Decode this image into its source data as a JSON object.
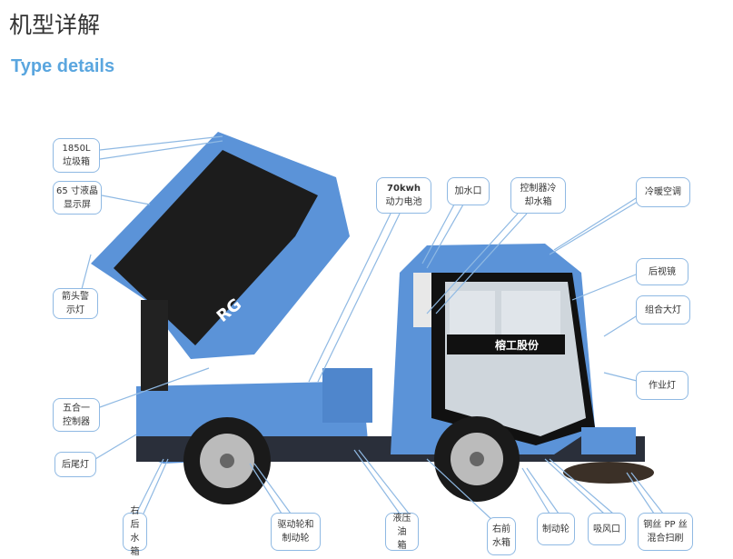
{
  "header": {
    "title": "机型详解",
    "subtitle": "Type details"
  },
  "vehicle": {
    "brand_text": "榕工股份",
    "model_text": "RG"
  },
  "callouts": [
    {
      "id": "garbage-bin",
      "lines": [
        "1850L",
        "垃圾箱"
      ]
    },
    {
      "id": "lcd-screen",
      "lines": [
        "65 寸液晶",
        "显示屏"
      ]
    },
    {
      "id": "arrow-warning-light",
      "lines": [
        "箭头警",
        "示灯"
      ]
    },
    {
      "id": "five-in-one-controller",
      "lines": [
        "五合一",
        "控制器"
      ]
    },
    {
      "id": "rear-tail-light",
      "lines": [
        "后尾灯"
      ]
    },
    {
      "id": "power-battery",
      "lines": [
        "70kwh",
        "动力电池"
      ]
    },
    {
      "id": "water-inlet",
      "lines": [
        "加水口"
      ]
    },
    {
      "id": "controller-cooling-tank",
      "lines": [
        "控制器冷",
        "却水箱"
      ]
    },
    {
      "id": "air-conditioner",
      "lines": [
        "冷暖空调"
      ]
    },
    {
      "id": "rearview-mirror",
      "lines": [
        "后视镜"
      ]
    },
    {
      "id": "combination-headlight",
      "lines": [
        "组合大灯"
      ]
    },
    {
      "id": "work-light",
      "lines": [
        "作业灯"
      ]
    },
    {
      "id": "right-rear-water-tank",
      "lines": [
        "右后",
        "水箱"
      ]
    },
    {
      "id": "drive-brake-wheel",
      "lines": [
        "驱动轮和",
        "制动轮"
      ]
    },
    {
      "id": "hydraulic-oil-tank",
      "lines": [
        "液压油",
        "箱"
      ]
    },
    {
      "id": "right-front-water-tank",
      "lines": [
        "右前",
        "水箱"
      ]
    },
    {
      "id": "brake-wheel",
      "lines": [
        "制动轮"
      ]
    },
    {
      "id": "suction-port",
      "lines": [
        "吸风口"
      ]
    },
    {
      "id": "steel-pp-brush",
      "lines": [
        "钢丝 PP 丝",
        "混合扫刷"
      ]
    }
  ]
}
